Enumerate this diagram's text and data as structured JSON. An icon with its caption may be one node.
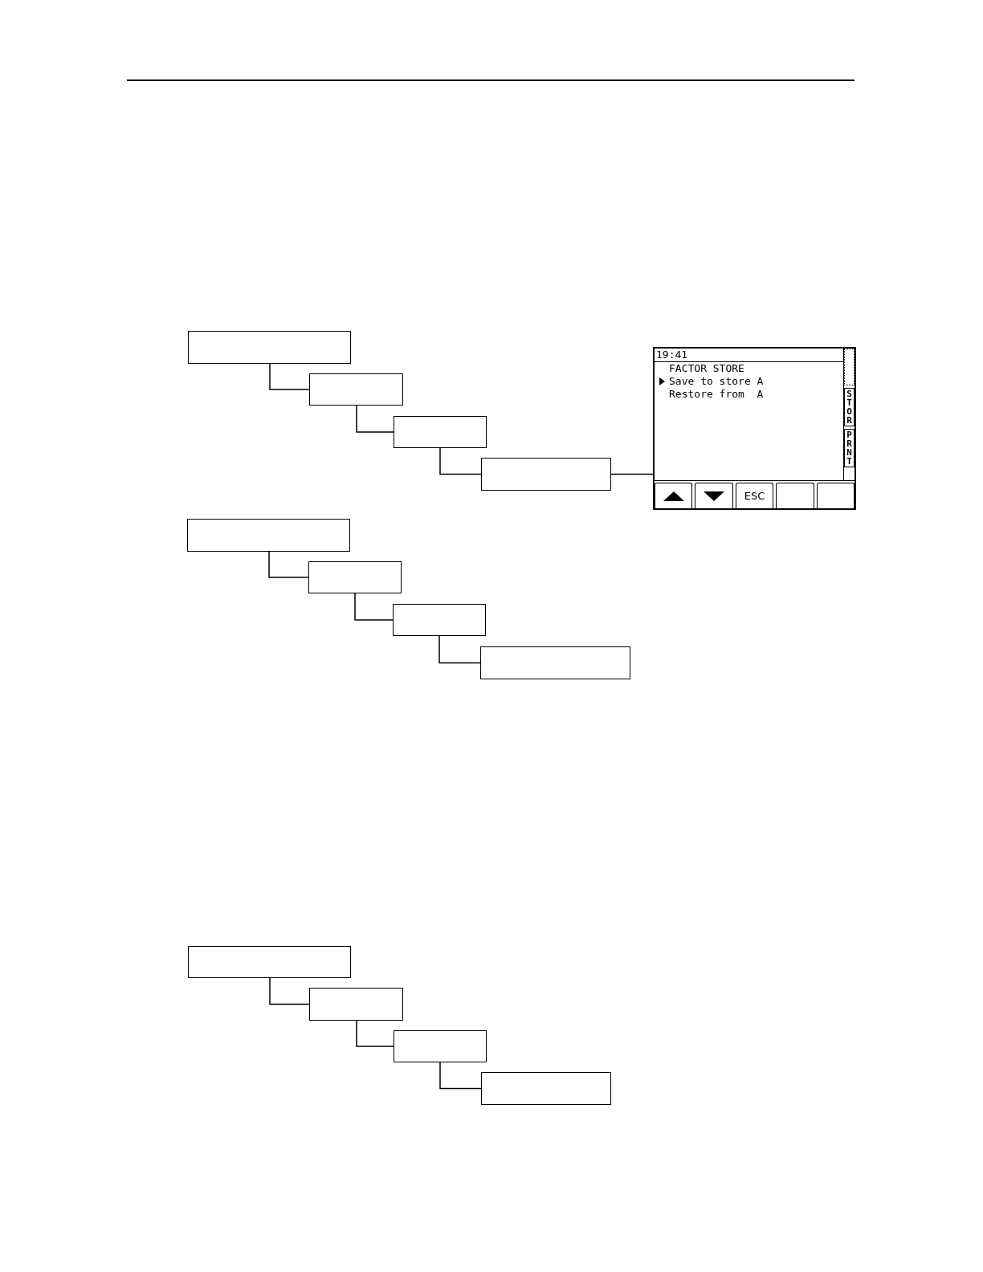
{
  "diagram": {
    "nodes": [
      {
        "text": [],
        "shape": "box"
      },
      {
        "text": [],
        "shape": "box"
      },
      {
        "text": [],
        "shape": "box"
      },
      {
        "text": [],
        "shape": "box"
      },
      {
        "text": [
          "19:41",
          "FACTOR STORE",
          "Save to store A",
          "Restore from  A",
          "STOR",
          "PRNT",
          "ESC"
        ]
      },
      {
        "text": [],
        "shape": "box"
      },
      {
        "text": [],
        "shape": "box"
      },
      {
        "text": [],
        "shape": "box"
      },
      {
        "text": [],
        "shape": "box"
      },
      {
        "text": [],
        "shape": "box"
      },
      {
        "text": [],
        "shape": "box"
      },
      {
        "text": [],
        "shape": "box"
      },
      {
        "text": [],
        "shape": "box"
      }
    ],
    "edges": [
      {
        "from": 0,
        "to": 1,
        "arrow": "none"
      },
      {
        "from": 1,
        "to": 2,
        "arrow": "none"
      },
      {
        "from": 2,
        "to": 3,
        "arrow": "none"
      },
      {
        "from": 3,
        "to": 4,
        "arrow": "none"
      },
      {
        "from": 5,
        "to": 6,
        "arrow": "none"
      },
      {
        "from": 6,
        "to": 7,
        "arrow": "none"
      },
      {
        "from": 7,
        "to": 8,
        "arrow": "none"
      },
      {
        "from": 9,
        "to": 10,
        "arrow": "none"
      },
      {
        "from": 10,
        "to": 11,
        "arrow": "none"
      },
      {
        "from": 11,
        "to": 12,
        "arrow": "none"
      }
    ]
  }
}
